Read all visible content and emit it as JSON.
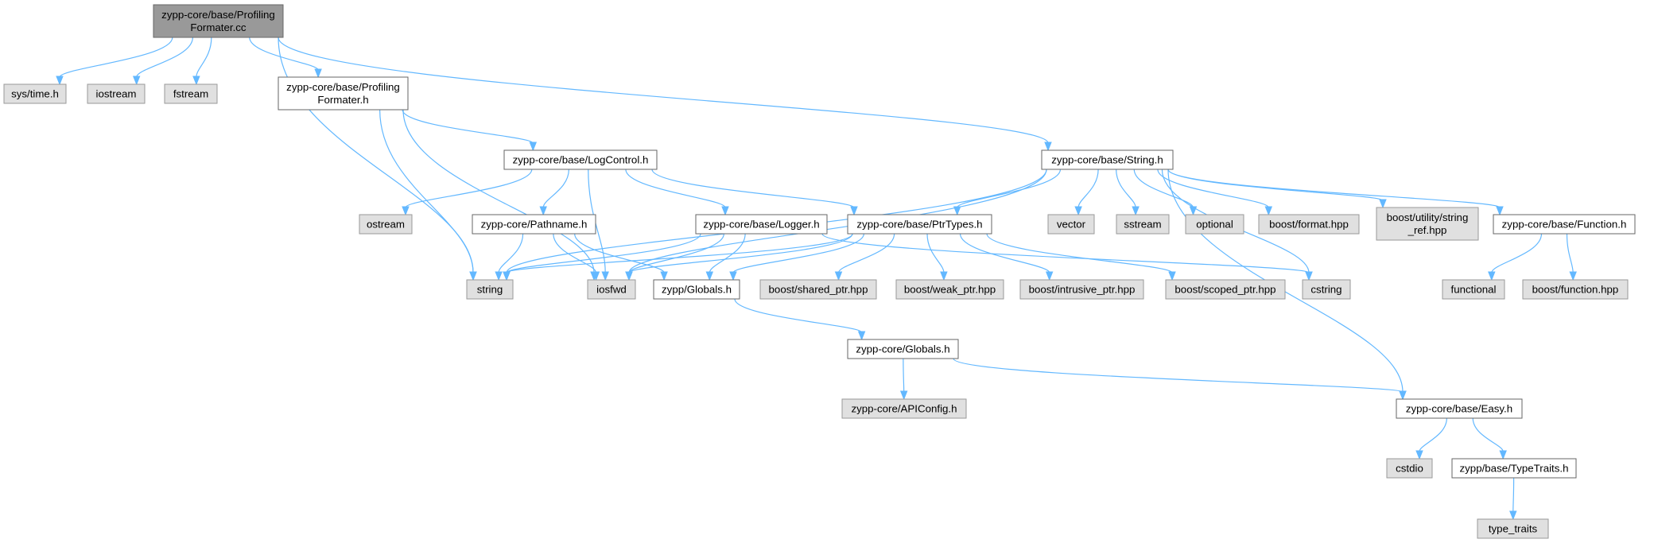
{
  "colors": {
    "edge": "#63b8ff",
    "root_fill": "#999999",
    "root_border": "#666666",
    "documented_fill": "#ffffff",
    "documented_border": "#666666",
    "external_fill": "#e0e0e0",
    "external_border": "#999999"
  },
  "nodes": [
    {
      "id": "profiling_cc",
      "lines": [
        "zypp-core/base/Profiling",
        "Formater.cc"
      ],
      "kind": "root"
    },
    {
      "id": "sys_time",
      "lines": [
        "sys/time.h"
      ],
      "kind": "external"
    },
    {
      "id": "iostream",
      "lines": [
        "iostream"
      ],
      "kind": "external"
    },
    {
      "id": "fstream",
      "lines": [
        "fstream"
      ],
      "kind": "external"
    },
    {
      "id": "profiling_h",
      "lines": [
        "zypp-core/base/Profiling",
        "Formater.h"
      ],
      "kind": "documented"
    },
    {
      "id": "string_h",
      "lines": [
        "zypp-core/base/String.h"
      ],
      "kind": "documented"
    },
    {
      "id": "logcontrol",
      "lines": [
        "zypp-core/base/LogControl.h"
      ],
      "kind": "documented"
    },
    {
      "id": "ostream",
      "lines": [
        "ostream"
      ],
      "kind": "external"
    },
    {
      "id": "pathname",
      "lines": [
        "zypp-core/Pathname.h"
      ],
      "kind": "documented"
    },
    {
      "id": "logger",
      "lines": [
        "zypp-core/base/Logger.h"
      ],
      "kind": "documented"
    },
    {
      "id": "ptrtypes",
      "lines": [
        "zypp-core/base/PtrTypes.h"
      ],
      "kind": "documented"
    },
    {
      "id": "vector",
      "lines": [
        "vector"
      ],
      "kind": "external"
    },
    {
      "id": "sstream",
      "lines": [
        "sstream"
      ],
      "kind": "external"
    },
    {
      "id": "optional",
      "lines": [
        "optional"
      ],
      "kind": "external"
    },
    {
      "id": "boost_format",
      "lines": [
        "boost/format.hpp"
      ],
      "kind": "external"
    },
    {
      "id": "boost_string_ref",
      "lines": [
        "boost/utility/string",
        "_ref.hpp"
      ],
      "kind": "external"
    },
    {
      "id": "function_h",
      "lines": [
        "zypp-core/base/Function.h"
      ],
      "kind": "documented"
    },
    {
      "id": "string",
      "lines": [
        "string"
      ],
      "kind": "external"
    },
    {
      "id": "iosfwd",
      "lines": [
        "iosfwd"
      ],
      "kind": "external"
    },
    {
      "id": "zypp_globals",
      "lines": [
        "zypp/Globals.h"
      ],
      "kind": "documented"
    },
    {
      "id": "boost_shared",
      "lines": [
        "boost/shared_ptr.hpp"
      ],
      "kind": "external"
    },
    {
      "id": "boost_weak",
      "lines": [
        "boost/weak_ptr.hpp"
      ],
      "kind": "external"
    },
    {
      "id": "boost_intrusive",
      "lines": [
        "boost/intrusive_ptr.hpp"
      ],
      "kind": "external"
    },
    {
      "id": "boost_scoped",
      "lines": [
        "boost/scoped_ptr.hpp"
      ],
      "kind": "external"
    },
    {
      "id": "cstring",
      "lines": [
        "cstring"
      ],
      "kind": "external"
    },
    {
      "id": "functional",
      "lines": [
        "functional"
      ],
      "kind": "external"
    },
    {
      "id": "boost_function",
      "lines": [
        "boost/function.hpp"
      ],
      "kind": "external"
    },
    {
      "id": "core_globals",
      "lines": [
        "zypp-core/Globals.h"
      ],
      "kind": "documented"
    },
    {
      "id": "apiconfig",
      "lines": [
        "zypp-core/APIConfig.h"
      ],
      "kind": "external"
    },
    {
      "id": "easy",
      "lines": [
        "zypp-core/base/Easy.h"
      ],
      "kind": "documented"
    },
    {
      "id": "cstdio",
      "lines": [
        "cstdio"
      ],
      "kind": "external"
    },
    {
      "id": "typetraits",
      "lines": [
        "zypp/base/TypeTraits.h"
      ],
      "kind": "documented"
    },
    {
      "id": "type_traits",
      "lines": [
        "type_traits"
      ],
      "kind": "external"
    }
  ],
  "edges": [
    [
      "profiling_cc",
      "sys_time"
    ],
    [
      "profiling_cc",
      "iostream"
    ],
    [
      "profiling_cc",
      "fstream"
    ],
    [
      "profiling_cc",
      "profiling_h"
    ],
    [
      "profiling_cc",
      "string_h"
    ],
    [
      "profiling_cc",
      "string"
    ],
    [
      "profiling_h",
      "logcontrol"
    ],
    [
      "profiling_h",
      "string"
    ],
    [
      "profiling_h",
      "iosfwd"
    ],
    [
      "logcontrol",
      "ostream"
    ],
    [
      "logcontrol",
      "pathname"
    ],
    [
      "logcontrol",
      "logger"
    ],
    [
      "logcontrol",
      "ptrtypes"
    ],
    [
      "logcontrol",
      "iosfwd"
    ],
    [
      "pathname",
      "string"
    ],
    [
      "pathname",
      "iosfwd"
    ],
    [
      "pathname",
      "zypp_globals"
    ],
    [
      "logger",
      "string"
    ],
    [
      "logger",
      "iosfwd"
    ],
    [
      "logger",
      "zypp_globals"
    ],
    [
      "logger",
      "cstring"
    ],
    [
      "ptrtypes",
      "string"
    ],
    [
      "ptrtypes",
      "iosfwd"
    ],
    [
      "ptrtypes",
      "zypp_globals"
    ],
    [
      "ptrtypes",
      "boost_shared"
    ],
    [
      "ptrtypes",
      "boost_weak"
    ],
    [
      "ptrtypes",
      "boost_intrusive"
    ],
    [
      "ptrtypes",
      "boost_scoped"
    ],
    [
      "string_h",
      "string"
    ],
    [
      "string_h",
      "iosfwd"
    ],
    [
      "string_h",
      "ptrtypes"
    ],
    [
      "string_h",
      "vector"
    ],
    [
      "string_h",
      "sstream"
    ],
    [
      "string_h",
      "optional"
    ],
    [
      "string_h",
      "boost_format"
    ],
    [
      "string_h",
      "boost_string_ref"
    ],
    [
      "string_h",
      "function_h"
    ],
    [
      "string_h",
      "cstring"
    ],
    [
      "string_h",
      "easy"
    ],
    [
      "function_h",
      "functional"
    ],
    [
      "function_h",
      "boost_function"
    ],
    [
      "zypp_globals",
      "core_globals"
    ],
    [
      "core_globals",
      "apiconfig"
    ],
    [
      "core_globals",
      "easy"
    ],
    [
      "easy",
      "cstdio"
    ],
    [
      "easy",
      "typetraits"
    ],
    [
      "typetraits",
      "type_traits"
    ]
  ]
}
